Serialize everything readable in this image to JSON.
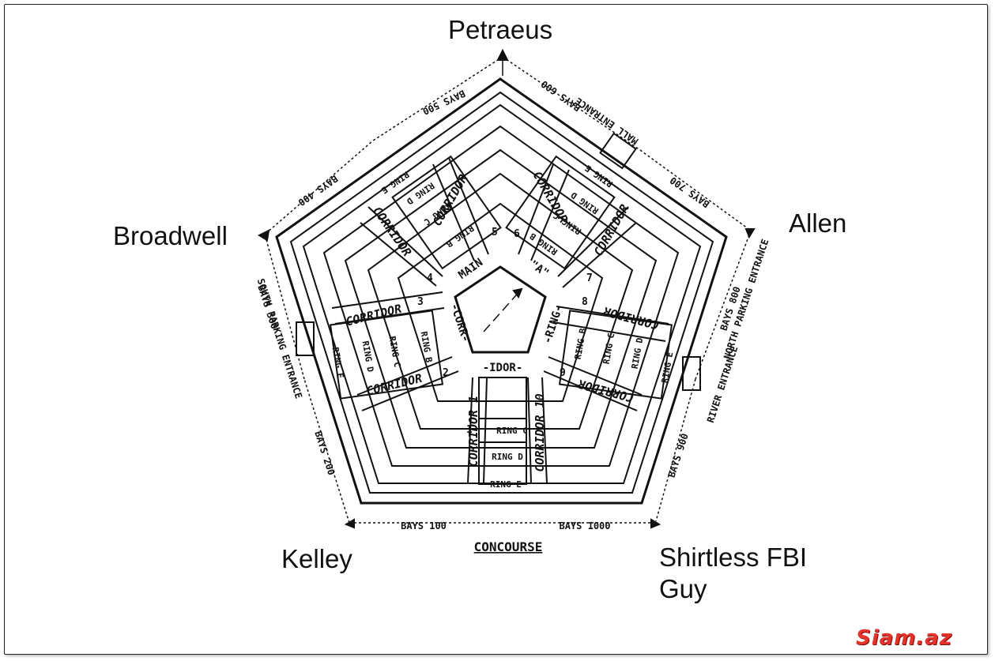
{
  "labels": {
    "top": "Petraeus",
    "left": "Broadwell",
    "right": "Allen",
    "bottom_left": "Kelley",
    "bottom_right": "Shirtless FBI Guy"
  },
  "diagram": {
    "side_labels": {
      "bays_500": "BAYS 500",
      "bays_600": "BAYS 600",
      "mall_entrance": "MALL ENTRANCE",
      "bays_700": "BAYS 700",
      "bays_400": "BAYS 400",
      "bays_800": "BAYS 800",
      "north_parking": "NORTH PARKING ENTRANCE",
      "river_entrance": "RIVER ENTRANCE",
      "bays_900": "BAYS 900",
      "bays_300": "BAYS 300",
      "south_parking": "SOUTH PARKING ENTRANCE",
      "bays_200": "BAYS 200",
      "bays_100": "BAYS 100",
      "bays_1000": "BAYS 1000",
      "concourse": "CONCOURSE"
    },
    "rings": {
      "ring_b": "RING B",
      "ring_c": "RING C",
      "ring_d": "RING D",
      "ring_e": "RING E",
      "ring_c_small": "RING C",
      "ring_d_small": "RING D",
      "ring_e_small": "RING E"
    },
    "corridor": "CORRIDOR",
    "corridor_1": "CORRIDOR 1",
    "corridor_10": "CORRIDOR 10",
    "inner": {
      "main": "MAIN",
      "a": "\"A\"",
      "corr": "-CORR-",
      "idor": "-IDOR-",
      "ring": "-RING-"
    },
    "numbers": [
      "1",
      "2",
      "3",
      "4",
      "5",
      "6",
      "7",
      "8",
      "9"
    ]
  },
  "logo": "Siam.az"
}
